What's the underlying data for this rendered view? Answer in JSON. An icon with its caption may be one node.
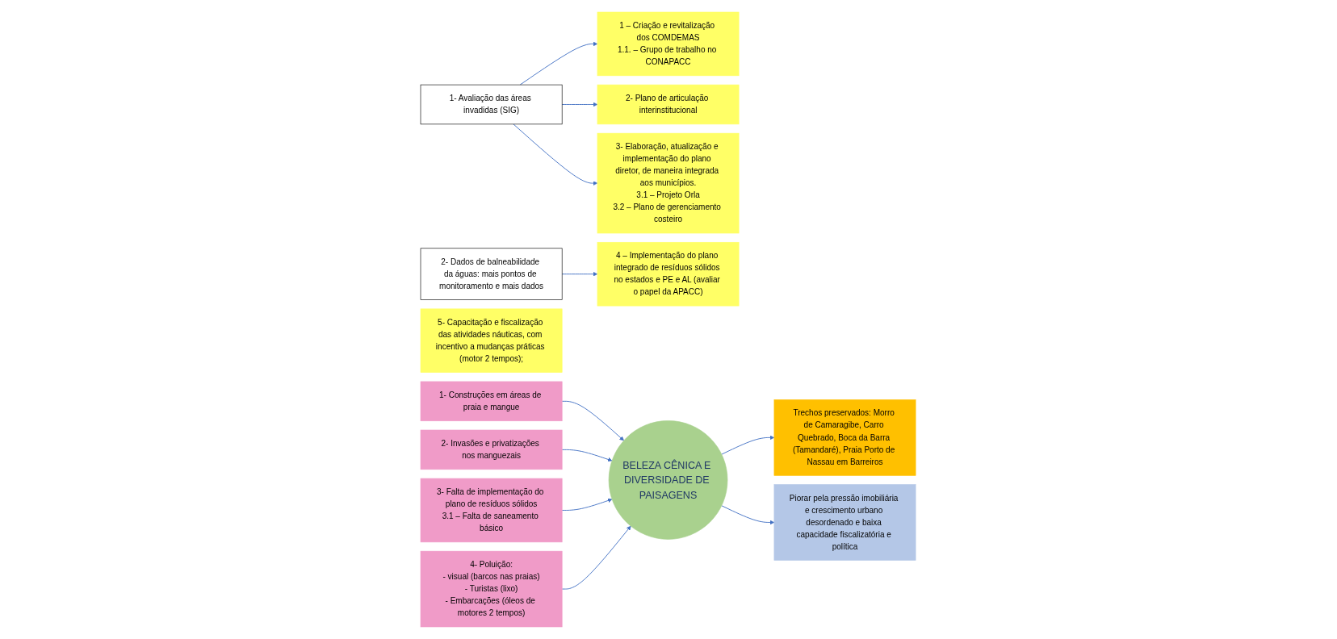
{
  "diagram": {
    "nodes": [
      {
        "text": [
          "1- Avaliação das áreas invadidas (SIG)"
        ]
      },
      {
        "text": [
          "2- Dados de balneabilidade da águas: mais pontos de monitoramento e mais dados"
        ]
      },
      {
        "text": [
          "1 – Criação e revitalização dos COMDEMAS",
          "1.1. – Grupo de trabalho no CONAPACC"
        ]
      },
      {
        "text": [
          "2- Plano de articulação interinstitucional"
        ]
      },
      {
        "text": [
          "3- Elaboração, atualização e implementação do plano diretor, de maneira integrada aos municípios.",
          "3.1 – Projeto Orla",
          "3.2 – Plano de gerenciamento costeiro"
        ]
      },
      {
        "text": [
          "4 – Implementação do plano integrado de resíduos sólidos no estados e PE e AL (avaliar o papel da APACC)"
        ]
      },
      {
        "text": [
          "5- Capacitação e fiscalização das atividades náuticas, com incentivo a mudanças práticas (motor 2 tempos);"
        ]
      },
      {
        "text": [
          "1- Construções em áreas de praia e mangue"
        ]
      },
      {
        "text": [
          "2- Invasões e privatizações nos manguezais"
        ]
      },
      {
        "text": [
          "3- Falta de implementação do plano de resíduos sólidos",
          "3.1 – Falta de saneamento básico"
        ]
      },
      {
        "text": [
          "4- Poluição:",
          "- visual (barcos nas praias)",
          "- Turistas (lixo)",
          "- Embarcações (óleos de motores 2 tempos)"
        ]
      },
      {
        "text": [
          "BELEZA CÊNICA E DIVERSIDADE DE PAISAGENS"
        ]
      },
      {
        "text": [
          "Trechos preservados: Morro de Camaragibe, Carro Quebrado, Boca da Barra (Tamandaré), Praia Porto de Nassau em Barreiros"
        ]
      },
      {
        "text": [
          "Piorar pela pressão imobiliária e crescimento urbano desordenado e baixa capacidade fiscalizatória e política"
        ]
      }
    ],
    "edges": [
      {
        "from": 0,
        "to": 2,
        "arrow": "to"
      },
      {
        "from": 0,
        "to": 3,
        "arrow": "to"
      },
      {
        "from": 0,
        "to": 4,
        "arrow": "to"
      },
      {
        "from": 1,
        "to": 5,
        "arrow": "to"
      },
      {
        "from": 7,
        "to": 11,
        "arrow": "to"
      },
      {
        "from": 8,
        "to": 11,
        "arrow": "to"
      },
      {
        "from": 9,
        "to": 11,
        "arrow": "to"
      },
      {
        "from": 10,
        "to": 11,
        "arrow": "to"
      },
      {
        "from": 11,
        "to": 12,
        "arrow": "to"
      },
      {
        "from": 11,
        "to": 13,
        "arrow": "to"
      }
    ]
  }
}
